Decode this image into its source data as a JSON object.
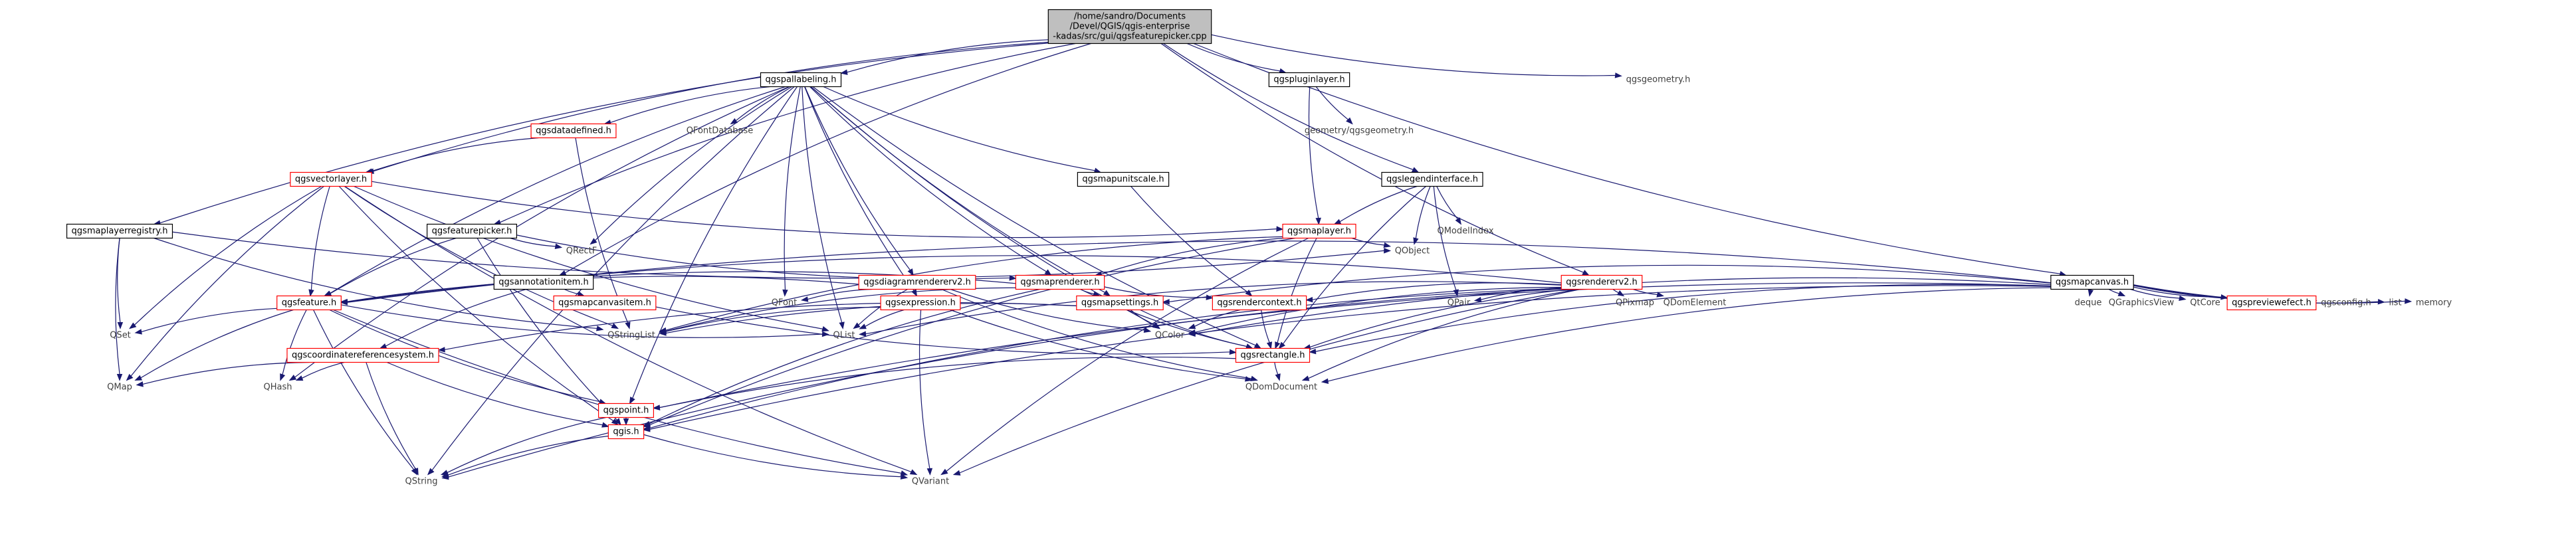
{
  "graph": {
    "title": "",
    "colors": {
      "edge": "#191970",
      "root_fill": "#bfbfbf",
      "box_border": "#000000",
      "truncated_border": "#ff0000",
      "external_text": "#404040"
    },
    "nodes": [
      {
        "id": "root",
        "type": "root",
        "lines": [
          "/home/sandro/Documents",
          "/Devel/QGIS/qgis-enterprise",
          "-kadas/src/gui/qgsfeaturepicker.cpp"
        ]
      },
      {
        "id": "qgspallabeling",
        "type": "doc",
        "lines": [
          "qgspallabeling.h"
        ]
      },
      {
        "id": "qgspluginlayer",
        "type": "doc",
        "lines": [
          "qgspluginlayer.h"
        ]
      },
      {
        "id": "qgsgeometry",
        "type": "ext",
        "lines": [
          "qgsgeometry.h"
        ]
      },
      {
        "id": "qgsdatadefined",
        "type": "trunc",
        "lines": [
          "qgsdatadefined.h"
        ]
      },
      {
        "id": "qfontdatabase",
        "type": "ext",
        "lines": [
          "QFontDatabase"
        ]
      },
      {
        "id": "geometry_qgsgeometry",
        "type": "ext",
        "lines": [
          "geometry/qgsgeometry.h"
        ]
      },
      {
        "id": "qgsmapunitscale",
        "type": "doc",
        "lines": [
          "qgsmapunitscale.h"
        ]
      },
      {
        "id": "qgslegendinterface",
        "type": "doc",
        "lines": [
          "qgslegendinterface.h"
        ]
      },
      {
        "id": "qgsvectorlayer",
        "type": "trunc",
        "lines": [
          "qgsvectorlayer.h"
        ]
      },
      {
        "id": "qgsmaplayerregistry",
        "type": "doc",
        "lines": [
          "qgsmaplayerregistry.h"
        ]
      },
      {
        "id": "qgsfeaturepicker",
        "type": "doc",
        "lines": [
          "qgsfeaturepicker.h"
        ]
      },
      {
        "id": "qgsmaplayer",
        "type": "trunc",
        "lines": [
          "qgsmaplayer.h"
        ]
      },
      {
        "id": "qmodelindex",
        "type": "ext",
        "lines": [
          "QModelIndex"
        ]
      },
      {
        "id": "qrectf",
        "type": "ext",
        "lines": [
          "QRectF"
        ]
      },
      {
        "id": "qobject",
        "type": "ext",
        "lines": [
          "QObject"
        ]
      },
      {
        "id": "qgsannotationitem",
        "type": "doc",
        "lines": [
          "qgsannotationitem.h"
        ]
      },
      {
        "id": "qgsdiagramrendererv2",
        "type": "trunc",
        "lines": [
          "qgsdiagramrendererv2.h"
        ]
      },
      {
        "id": "qgsmaprenderer",
        "type": "trunc",
        "lines": [
          "qgsmaprenderer.h"
        ]
      },
      {
        "id": "qgsrendererv2",
        "type": "trunc",
        "lines": [
          "qgsrendererv2.h"
        ]
      },
      {
        "id": "qgsmapcanvas",
        "type": "doc",
        "lines": [
          "qgsmapcanvas.h"
        ]
      },
      {
        "id": "qgsfeature",
        "type": "trunc",
        "lines": [
          "qgsfeature.h"
        ]
      },
      {
        "id": "qgsmapcanvasitem",
        "type": "trunc",
        "lines": [
          "qgsmapcanvasitem.h"
        ]
      },
      {
        "id": "qfont",
        "type": "ext",
        "lines": [
          "QFont"
        ]
      },
      {
        "id": "qgsexpression",
        "type": "trunc",
        "lines": [
          "qgsexpression.h"
        ]
      },
      {
        "id": "qgsmapsettings",
        "type": "trunc",
        "lines": [
          "qgsmapsettings.h"
        ]
      },
      {
        "id": "qgsrendercontext",
        "type": "trunc",
        "lines": [
          "qgsrendercontext.h"
        ]
      },
      {
        "id": "qpair",
        "type": "ext",
        "lines": [
          "QPair"
        ]
      },
      {
        "id": "qpixmap",
        "type": "ext",
        "lines": [
          "QPixmap"
        ]
      },
      {
        "id": "qdomelement",
        "type": "ext",
        "lines": [
          "QDomElement"
        ]
      },
      {
        "id": "deque",
        "type": "ext",
        "lines": [
          "deque"
        ]
      },
      {
        "id": "qgraphicsview",
        "type": "ext",
        "lines": [
          "QGraphicsView"
        ]
      },
      {
        "id": "qtcore",
        "type": "ext",
        "lines": [
          "QtCore"
        ]
      },
      {
        "id": "qgspreviewefect",
        "type": "trunc",
        "lines": [
          "qgspreviewefect.h"
        ]
      },
      {
        "id": "qgsconfig",
        "type": "ext",
        "lines": [
          "qgsconfig.h"
        ]
      },
      {
        "id": "list",
        "type": "ext",
        "lines": [
          "list"
        ]
      },
      {
        "id": "memory",
        "type": "ext",
        "lines": [
          "memory"
        ]
      },
      {
        "id": "qset",
        "type": "ext",
        "lines": [
          "QSet"
        ]
      },
      {
        "id": "qstringlist",
        "type": "ext",
        "lines": [
          "QStringList"
        ]
      },
      {
        "id": "qlist",
        "type": "ext",
        "lines": [
          "QList"
        ]
      },
      {
        "id": "qcolor",
        "type": "ext",
        "lines": [
          "QColor"
        ]
      },
      {
        "id": "qgscoordinatereferencesystem",
        "type": "trunc",
        "lines": [
          "qgscoordinatereferencesystem.h"
        ]
      },
      {
        "id": "qgsrectangle",
        "type": "trunc",
        "lines": [
          "qgsrectangle.h"
        ]
      },
      {
        "id": "qmap",
        "type": "ext",
        "lines": [
          "QMap"
        ]
      },
      {
        "id": "qhash",
        "type": "ext",
        "lines": [
          "QHash"
        ]
      },
      {
        "id": "qdomdocument",
        "type": "ext",
        "lines": [
          "QDomDocument"
        ]
      },
      {
        "id": "qgspoint",
        "type": "trunc",
        "lines": [
          "qgspoint.h"
        ]
      },
      {
        "id": "qgis",
        "type": "trunc",
        "lines": [
          "qgis.h"
        ]
      },
      {
        "id": "qstring",
        "type": "ext",
        "lines": [
          "QString"
        ]
      },
      {
        "id": "qvariant",
        "type": "ext",
        "lines": [
          "QVariant"
        ]
      }
    ],
    "edges": [
      [
        "root",
        "qgspallabeling"
      ],
      [
        "root",
        "qgspluginlayer"
      ],
      [
        "root",
        "qgsgeometry"
      ],
      [
        "root",
        "qgsvectorlayer"
      ],
      [
        "root",
        "qgsmaplayerregistry"
      ],
      [
        "root",
        "qgsfeaturepicker"
      ],
      [
        "root",
        "qgsannotationitem"
      ],
      [
        "root",
        "qgslegendinterface"
      ],
      [
        "root",
        "qgsrendererv2"
      ],
      [
        "root",
        "qgsmapcanvas"
      ],
      [
        "qgspallabeling",
        "qgsdatadefined"
      ],
      [
        "qgspallabeling",
        "qfontdatabase"
      ],
      [
        "qgspallabeling",
        "qgsmapunitscale"
      ],
      [
        "qgspallabeling",
        "qgsdiagramrendererv2"
      ],
      [
        "qgspallabeling",
        "qgsmaprenderer"
      ],
      [
        "qgspallabeling",
        "qgsexpression"
      ],
      [
        "qgspallabeling",
        "qfont"
      ],
      [
        "qgspallabeling",
        "qrectf"
      ],
      [
        "qgspallabeling",
        "qlist"
      ],
      [
        "qgspallabeling",
        "qhash"
      ],
      [
        "qgspallabeling",
        "qgsfeature"
      ],
      [
        "qgspallabeling",
        "qstring"
      ],
      [
        "qgspallabeling",
        "qgsrectangle"
      ],
      [
        "qgspallabeling",
        "qcolor"
      ],
      [
        "qgspallabeling",
        "qgsmapsettings"
      ],
      [
        "qgspallabeling",
        "qgspoint"
      ],
      [
        "qgspluginlayer",
        "geometry_qgsgeometry"
      ],
      [
        "qgspluginlayer",
        "qgsmaplayer"
      ],
      [
        "qgsdatadefined",
        "qgsvectorlayer"
      ],
      [
        "qgsdatadefined",
        "qstringlist"
      ],
      [
        "qgsmapunitscale",
        "qgsrendercontext"
      ],
      [
        "qgslegendinterface",
        "qgsmaplayer"
      ],
      [
        "qgslegendinterface",
        "qmodelindex"
      ],
      [
        "qgslegendinterface",
        "qobject"
      ],
      [
        "qgslegendinterface",
        "qpair"
      ],
      [
        "qgslegendinterface",
        "qgsrectangle"
      ],
      [
        "qgsvectorlayer",
        "qgsmaplayer"
      ],
      [
        "qgsvectorlayer",
        "qgsfeature"
      ],
      [
        "qgsvectorlayer",
        "qset"
      ],
      [
        "qgsvectorlayer",
        "qmap"
      ],
      [
        "qgsvectorlayer",
        "qlist"
      ],
      [
        "qgsvectorlayer",
        "qstringlist"
      ],
      [
        "qgsvectorlayer",
        "qvariant"
      ],
      [
        "qgsvectorlayer",
        "qgis"
      ],
      [
        "qgsmaplayerregistry",
        "qobject"
      ],
      [
        "qgsmaplayerregistry",
        "qset"
      ],
      [
        "qgsmaplayerregistry",
        "qmap"
      ],
      [
        "qgsmaplayerregistry",
        "qstringlist"
      ],
      [
        "qgsfeaturepicker",
        "qrectf"
      ],
      [
        "qgsfeaturepicker",
        "qgsmaprenderer"
      ],
      [
        "qgsfeaturepicker",
        "qgsfeature"
      ],
      [
        "qgsfeaturepicker",
        "qgis"
      ],
      [
        "qgsmaplayer",
        "qobject"
      ],
      [
        "qgsmaplayer",
        "qgsmaprenderer"
      ],
      [
        "qgsmaplayer",
        "qgsrectangle"
      ],
      [
        "qgsmaplayer",
        "qvariant"
      ],
      [
        "qgsmaplayer",
        "qgis"
      ],
      [
        "qgsmaplayer",
        "qstringlist"
      ],
      [
        "qgsannotationitem",
        "qgsmapcanvasitem"
      ],
      [
        "qgsannotationitem",
        "qgscoordinatereferencesystem"
      ],
      [
        "qgsdiagramrendererv2",
        "qfont"
      ],
      [
        "qgsdiagramrendererv2",
        "qlist"
      ],
      [
        "qgsdiagramrendererv2",
        "qcolor"
      ],
      [
        "qgsdiagramrendererv2",
        "qgsfeature"
      ],
      [
        "qgsdiagramrendererv2",
        "qdomdocument"
      ],
      [
        "qgsmaprenderer",
        "qgsmapsettings"
      ],
      [
        "qgsmaprenderer",
        "qgsrendercontext"
      ],
      [
        "qgsmaprenderer",
        "qgsrectangle"
      ],
      [
        "qgsmaprenderer",
        "qstringlist"
      ],
      [
        "qgsmaprenderer",
        "qgis"
      ],
      [
        "qgsmaprenderer",
        "qgsfeature"
      ],
      [
        "qgsrendererv2",
        "qgsrendercontext"
      ],
      [
        "qgsrendererv2",
        "qgsfeature"
      ],
      [
        "qgsrendererv2",
        "qpair"
      ],
      [
        "qgsrendererv2",
        "qpixmap"
      ],
      [
        "qgsrendererv2",
        "qdomelement"
      ],
      [
        "qgsrendererv2",
        "qcolor"
      ],
      [
        "qgsrendererv2",
        "qlist"
      ],
      [
        "qgsrendererv2",
        "qstring"
      ],
      [
        "qgsrendererv2",
        "qvariant"
      ],
      [
        "qgsrendererv2",
        "qgsrectangle"
      ],
      [
        "qgsrendererv2",
        "qgis"
      ],
      [
        "qgsrendererv2",
        "qdomdocument"
      ],
      [
        "qgsmapcanvas",
        "qgsmapsettings"
      ],
      [
        "qgsmapcanvas",
        "qgsrectangle"
      ],
      [
        "qgsmapcanvas",
        "deque"
      ],
      [
        "qgsmapcanvas",
        "qgraphicsview"
      ],
      [
        "qgsmapcanvas",
        "qtcore"
      ],
      [
        "qgsmapcanvas",
        "qgspreviewefect"
      ],
      [
        "qgsmapcanvas",
        "qgsconfig"
      ],
      [
        "qgsmapcanvas",
        "list"
      ],
      [
        "qgsmapcanvas",
        "memory"
      ],
      [
        "qgsmapcanvas",
        "qgspoint"
      ],
      [
        "qgsmapcanvas",
        "qdomdocument"
      ],
      [
        "qgsmapcanvas",
        "qgsfeature"
      ],
      [
        "qgsmapcanvas",
        "qgis"
      ],
      [
        "qgsmapcanvas",
        "qcolor"
      ],
      [
        "qgsfeature",
        "qset"
      ],
      [
        "qgsfeature",
        "qmap"
      ],
      [
        "qgsfeature",
        "qhash"
      ],
      [
        "qgsfeature",
        "qstring"
      ],
      [
        "qgsfeature",
        "qvariant"
      ],
      [
        "qgsfeature",
        "qlist"
      ],
      [
        "qgsfeature",
        "qgspoint"
      ],
      [
        "qgsmapcanvasitem",
        "qgsrectangle"
      ],
      [
        "qgsexpression",
        "qstringlist"
      ],
      [
        "qgsexpression",
        "qvariant"
      ],
      [
        "qgsexpression",
        "qlist"
      ],
      [
        "qgsexpression",
        "qdomdocument"
      ],
      [
        "qgsmapsettings",
        "qgscoordinatereferencesystem"
      ],
      [
        "qgsmapsettings",
        "qgsrectangle"
      ],
      [
        "qgsmapsettings",
        "qcolor"
      ],
      [
        "qgsmapsettings",
        "qstringlist"
      ],
      [
        "qgsrendercontext",
        "qgsrectangle"
      ],
      [
        "qgsrendercontext",
        "qcolor"
      ],
      [
        "qgscoordinatereferencesystem",
        "qmap"
      ],
      [
        "qgscoordinatereferencesystem",
        "qhash"
      ],
      [
        "qgscoordinatereferencesystem",
        "qstring"
      ],
      [
        "qgscoordinatereferencesystem",
        "qgis"
      ],
      [
        "qgsrectangle",
        "qdomdocument"
      ],
      [
        "qgsrectangle",
        "qgspoint"
      ],
      [
        "qgspoint",
        "qgis"
      ],
      [
        "qgspoint",
        "qstring"
      ],
      [
        "qgis",
        "qstring"
      ],
      [
        "qgis",
        "qvariant"
      ]
    ]
  }
}
